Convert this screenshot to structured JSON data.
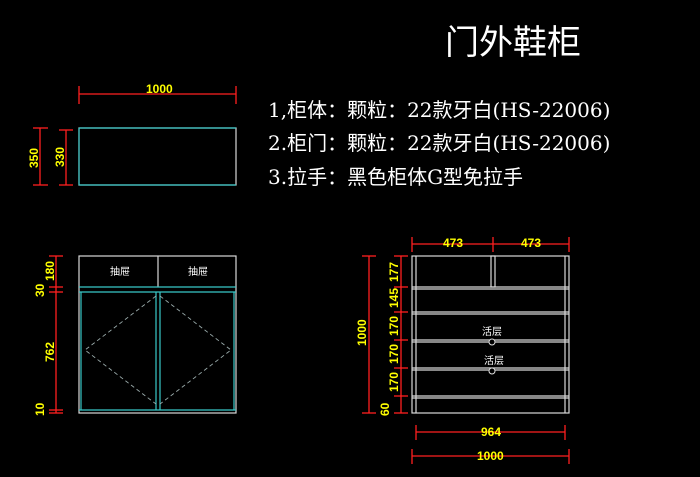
{
  "title": "门外鞋柜",
  "specs": [
    "1,柜体：颗粒：22款牙白(HS-22006)",
    "2.柜门：颗粒：22款牙白(HS-22006)",
    "3.拉手：黑色柜体G型免拉手"
  ],
  "top_view": {
    "width": "1000",
    "depth_outer": "350",
    "depth_inner": "330"
  },
  "front_view": {
    "drawer_label": "抽屉",
    "dims": [
      "180",
      "30",
      "762",
      "10"
    ]
  },
  "interior_view": {
    "top_widths": [
      "473",
      "473"
    ],
    "shelf_label": "活层",
    "heights": [
      "177",
      "145",
      "170",
      "170",
      "170",
      "60"
    ],
    "total_height": "1000",
    "inner_width": "964",
    "outer_width": "1000"
  },
  "colors": {
    "background": "#000000",
    "dimension_line": "#ff2020",
    "dimension_text": "#ffff00",
    "outline": "#d8d8d8",
    "edge": "#38c8c8"
  }
}
